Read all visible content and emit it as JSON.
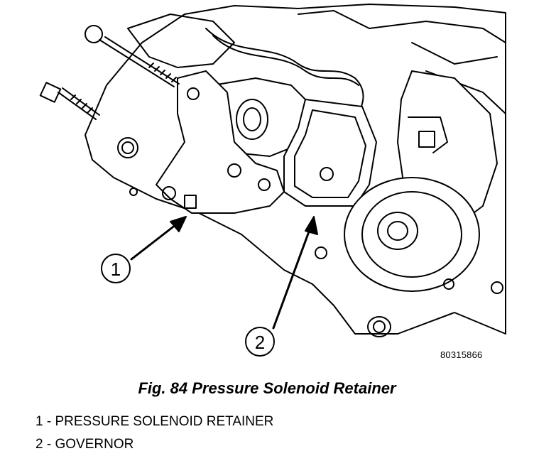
{
  "figure": {
    "code": "80315866",
    "callouts": [
      {
        "number": "1"
      },
      {
        "number": "2"
      }
    ]
  },
  "caption": "Fig. 84 Pressure Solenoid Retainer",
  "legend": [
    {
      "number": "1",
      "separator": "-",
      "text": "PRESSURE SOLENOID RETAINER"
    },
    {
      "number": "2",
      "separator": "-",
      "text": "GOVERNOR"
    }
  ]
}
